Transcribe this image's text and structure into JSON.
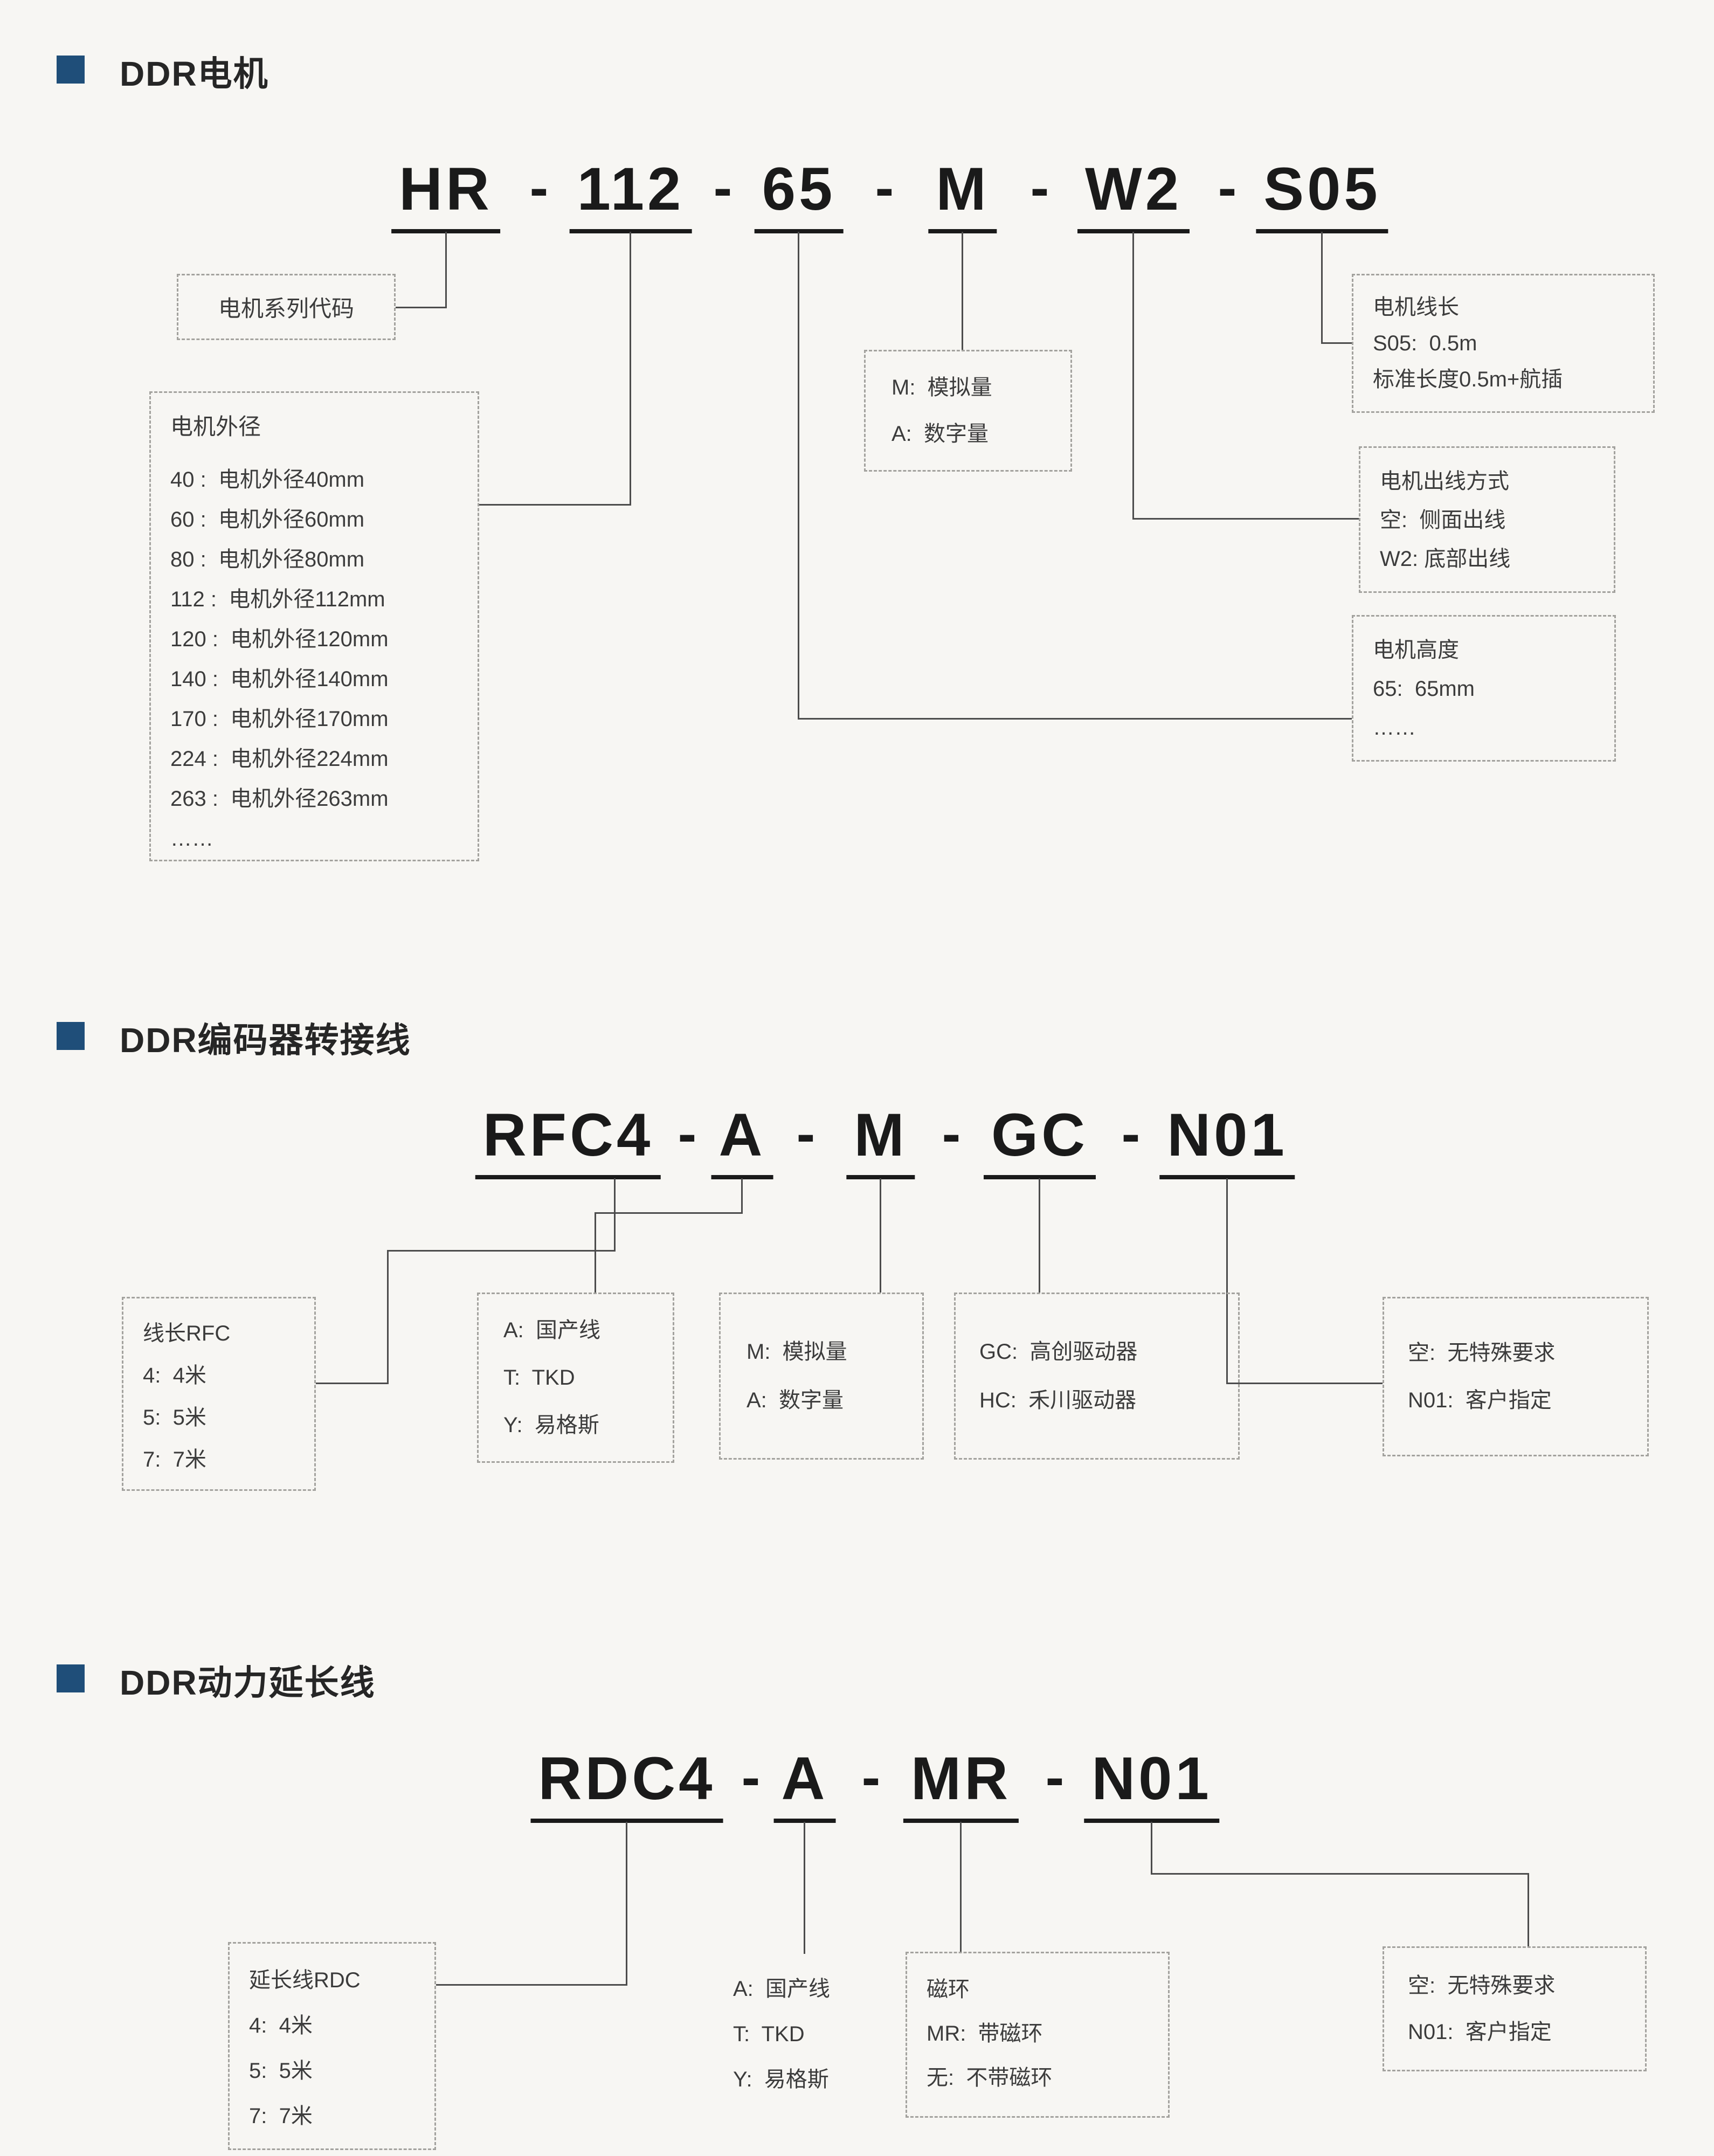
{
  "dash": "-",
  "colors": {
    "accent": "#1f4e79",
    "bg": "#f7f6f3",
    "line": "#4c4c4c",
    "box_border": "#a3a29e"
  },
  "s1": {
    "title": "DDR电机",
    "segments": [
      "HR",
      "112",
      "65",
      "M",
      "W2",
      "S05"
    ],
    "series_box": {
      "label": "电机系列代码"
    },
    "diameter_box": {
      "title": "电机外径",
      "items": [
        "40 :  电机外径40mm",
        "60 :  电机外径60mm",
        "80 :  电机外径80mm",
        "112 :  电机外径112mm",
        "120 :  电机外径120mm",
        "140 :  电机外径140mm",
        "170 :  电机外径170mm",
        "224 :  电机外径224mm",
        "263 :  电机外径263mm",
        "……"
      ]
    },
    "signal_box": {
      "items": [
        "M:  模拟量",
        "A:  数字量"
      ]
    },
    "cable_box": {
      "items": [
        "电机线长",
        "S05:  0.5m",
        "标准长度0.5m+航插"
      ]
    },
    "outlet_box": {
      "items": [
        "电机出线方式",
        "空:  侧面出线",
        "W2: 底部出线"
      ]
    },
    "height_box": {
      "items": [
        "电机高度",
        "65:  65mm",
        "……"
      ]
    }
  },
  "s2": {
    "title": "DDR编码器转接线",
    "segments": [
      "RFC4",
      "A",
      "M",
      "GC",
      "N01"
    ],
    "length_box": {
      "items": [
        "线长RFC",
        "4:  4米",
        "5:  5米",
        "7:  7米"
      ]
    },
    "brand_box": {
      "items": [
        "A:  国产线",
        "T:  TKD",
        "Y:  易格斯"
      ]
    },
    "signal_box": {
      "items": [
        "M:  模拟量",
        "A:  数字量"
      ]
    },
    "driver_box": {
      "items": [
        "GC:  高创驱动器",
        "HC:  禾川驱动器"
      ]
    },
    "special_box": {
      "items": [
        "空:  无特殊要求",
        "N01:  客户指定"
      ]
    }
  },
  "s3": {
    "title": "DDR动力延长线",
    "segments": [
      "RDC4",
      "A",
      "MR",
      "N01"
    ],
    "length_box": {
      "items": [
        "延长线RDC",
        "4:  4米",
        "5:  5米",
        "7:  7米"
      ]
    },
    "brand_list": {
      "items": [
        "A:  国产线",
        "T:  TKD",
        "Y:  易格斯"
      ]
    },
    "ring_box": {
      "items": [
        "磁环",
        "MR:  带磁环",
        "无:  不带磁环"
      ]
    },
    "special_box": {
      "items": [
        "空:  无特殊要求",
        "N01:  客户指定"
      ]
    }
  }
}
